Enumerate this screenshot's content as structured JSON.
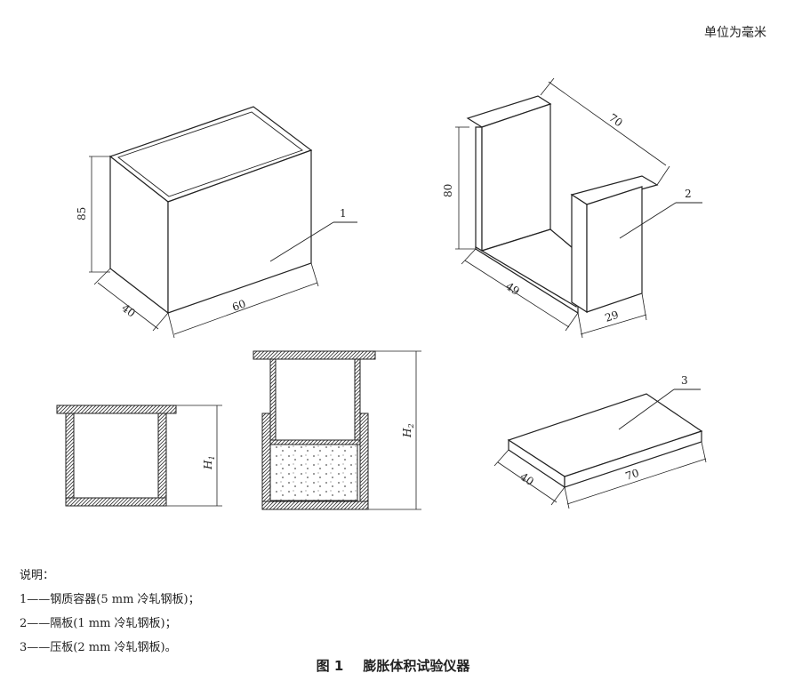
{
  "unit_note": "单位为毫米",
  "figure": {
    "number": "图 1",
    "title": "膨胀体积试验仪器"
  },
  "legend": {
    "heading": "说明：",
    "items": [
      "1——钢质容器(5 mm 冷轧钢板)；",
      "2——隔板(1 mm 冷轧钢板)；",
      "3——压板(2 mm 冷轧钢板)。"
    ]
  },
  "callouts": [
    "1",
    "2",
    "3"
  ],
  "dimensions": {
    "box_height": "85",
    "box_depth": "40",
    "box_width": "60",
    "partition_height": "80",
    "partition_width": "70",
    "partition_length": "49",
    "partition_depth": "29",
    "plate_depth": "40",
    "plate_width": "70",
    "h1": "H",
    "h1_sub": "1",
    "h2": "H",
    "h2_sub": "2"
  }
}
